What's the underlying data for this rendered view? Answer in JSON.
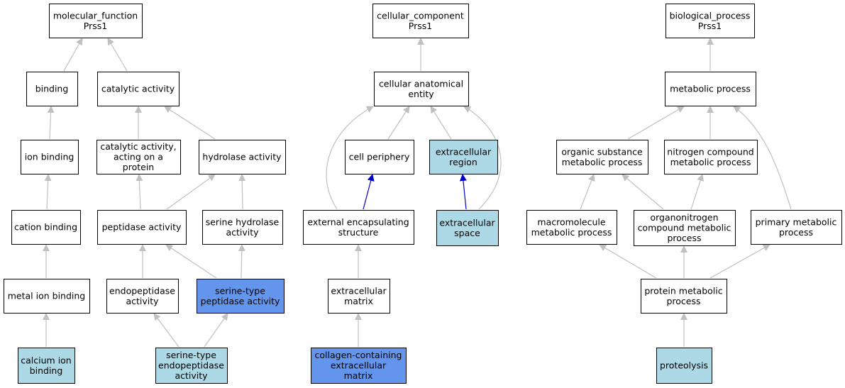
{
  "colors": {
    "default_fill": "#ffffff",
    "light_fill": "#add8e6",
    "strong_fill": "#6495ed",
    "edge_gray": "#c0c0c0",
    "edge_blue": "#0000cd"
  },
  "nodes": [
    {
      "id": "mf_root",
      "lines": [
        "molecular_function",
        "Prss1"
      ],
      "fill": "default"
    },
    {
      "id": "binding",
      "lines": [
        "binding"
      ],
      "fill": "default"
    },
    {
      "id": "catalytic",
      "lines": [
        "catalytic activity"
      ],
      "fill": "default"
    },
    {
      "id": "ion_binding",
      "lines": [
        "ion binding"
      ],
      "fill": "default"
    },
    {
      "id": "cat_protein",
      "lines": [
        "catalytic activity,",
        "acting on a",
        "protein"
      ],
      "fill": "default"
    },
    {
      "id": "hydrolase",
      "lines": [
        "hydrolase activity"
      ],
      "fill": "default"
    },
    {
      "id": "cation_binding",
      "lines": [
        "cation binding"
      ],
      "fill": "default"
    },
    {
      "id": "peptidase",
      "lines": [
        "peptidase activity"
      ],
      "fill": "default"
    },
    {
      "id": "serine_hydrolase",
      "lines": [
        "serine hydrolase",
        "activity"
      ],
      "fill": "default"
    },
    {
      "id": "metal_ion",
      "lines": [
        "metal ion binding"
      ],
      "fill": "default"
    },
    {
      "id": "endopeptidase",
      "lines": [
        "endopeptidase",
        "activity"
      ],
      "fill": "default"
    },
    {
      "id": "serine_peptidase",
      "lines": [
        "serine-type",
        "peptidase activity"
      ],
      "fill": "strong"
    },
    {
      "id": "calcium",
      "lines": [
        "calcium ion",
        "binding"
      ],
      "fill": "light"
    },
    {
      "id": "serine_endo",
      "lines": [
        "serine-type",
        "endopeptidase",
        "activity"
      ],
      "fill": "light"
    },
    {
      "id": "cc_root",
      "lines": [
        "cellular_component",
        "Prss1"
      ],
      "fill": "default"
    },
    {
      "id": "anat_entity",
      "lines": [
        "cellular anatomical",
        "entity"
      ],
      "fill": "default"
    },
    {
      "id": "periphery",
      "lines": [
        "cell periphery"
      ],
      "fill": "default"
    },
    {
      "id": "ec_region",
      "lines": [
        "extracellular",
        "region"
      ],
      "fill": "light"
    },
    {
      "id": "ext_encap",
      "lines": [
        "external encapsulating",
        "structure"
      ],
      "fill": "default"
    },
    {
      "id": "ec_space",
      "lines": [
        "extracellular",
        "space"
      ],
      "fill": "light"
    },
    {
      "id": "ec_matrix",
      "lines": [
        "extracellular",
        "matrix"
      ],
      "fill": "default"
    },
    {
      "id": "collagen",
      "lines": [
        "collagen-containing",
        "extracellular",
        "matrix"
      ],
      "fill": "strong"
    },
    {
      "id": "bp_root",
      "lines": [
        "biological_process",
        "Prss1"
      ],
      "fill": "default"
    },
    {
      "id": "metabolic",
      "lines": [
        "metabolic process"
      ],
      "fill": "default"
    },
    {
      "id": "organic_sub",
      "lines": [
        "organic substance",
        "metabolic process"
      ],
      "fill": "default"
    },
    {
      "id": "nitrogen",
      "lines": [
        "nitrogen compound",
        "metabolic process"
      ],
      "fill": "default"
    },
    {
      "id": "macromolecule",
      "lines": [
        "macromolecule",
        "metabolic process"
      ],
      "fill": "default"
    },
    {
      "id": "organonitrogen",
      "lines": [
        "organonitrogen",
        "compound metabolic",
        "process"
      ],
      "fill": "default"
    },
    {
      "id": "primary",
      "lines": [
        "primary metabolic",
        "process"
      ],
      "fill": "default"
    },
    {
      "id": "protein_met",
      "lines": [
        "protein metabolic",
        "process"
      ],
      "fill": "default"
    },
    {
      "id": "proteolysis",
      "lines": [
        "proteolysis"
      ],
      "fill": "light"
    }
  ],
  "edges": [
    {
      "from": "binding",
      "to": "mf_root",
      "color": "gray"
    },
    {
      "from": "catalytic",
      "to": "mf_root",
      "color": "gray"
    },
    {
      "from": "ion_binding",
      "to": "binding",
      "color": "gray"
    },
    {
      "from": "cat_protein",
      "to": "catalytic",
      "color": "gray"
    },
    {
      "from": "hydrolase",
      "to": "catalytic",
      "color": "gray"
    },
    {
      "from": "cation_binding",
      "to": "ion_binding",
      "color": "gray"
    },
    {
      "from": "peptidase",
      "to": "cat_protein",
      "color": "gray"
    },
    {
      "from": "peptidase",
      "to": "hydrolase",
      "color": "gray"
    },
    {
      "from": "serine_hydrolase",
      "to": "hydrolase",
      "color": "gray"
    },
    {
      "from": "metal_ion",
      "to": "cation_binding",
      "color": "gray"
    },
    {
      "from": "endopeptidase",
      "to": "peptidase",
      "color": "gray"
    },
    {
      "from": "serine_peptidase",
      "to": "peptidase",
      "color": "gray"
    },
    {
      "from": "serine_peptidase",
      "to": "serine_hydrolase",
      "color": "gray"
    },
    {
      "from": "calcium",
      "to": "metal_ion",
      "color": "gray"
    },
    {
      "from": "serine_endo",
      "to": "endopeptidase",
      "color": "gray"
    },
    {
      "from": "serine_endo",
      "to": "serine_peptidase",
      "color": "gray"
    },
    {
      "from": "anat_entity",
      "to": "cc_root",
      "color": "gray"
    },
    {
      "from": "periphery",
      "to": "anat_entity",
      "color": "gray"
    },
    {
      "from": "ec_region",
      "to": "anat_entity",
      "color": "gray"
    },
    {
      "from": "ext_encap",
      "to": "anat_entity",
      "color": "gray"
    },
    {
      "from": "ext_encap",
      "to": "periphery",
      "color": "blue"
    },
    {
      "from": "ec_space",
      "to": "ec_region",
      "color": "blue"
    },
    {
      "from": "ec_space",
      "to": "anat_entity",
      "color": "gray"
    },
    {
      "from": "ec_matrix",
      "to": "ext_encap",
      "color": "gray"
    },
    {
      "from": "collagen",
      "to": "ec_matrix",
      "color": "gray"
    },
    {
      "from": "metabolic",
      "to": "bp_root",
      "color": "gray"
    },
    {
      "from": "organic_sub",
      "to": "metabolic",
      "color": "gray"
    },
    {
      "from": "nitrogen",
      "to": "metabolic",
      "color": "gray"
    },
    {
      "from": "primary",
      "to": "metabolic",
      "color": "gray"
    },
    {
      "from": "macromolecule",
      "to": "organic_sub",
      "color": "gray"
    },
    {
      "from": "organonitrogen",
      "to": "organic_sub",
      "color": "gray"
    },
    {
      "from": "organonitrogen",
      "to": "nitrogen",
      "color": "gray"
    },
    {
      "from": "protein_met",
      "to": "macromolecule",
      "color": "gray"
    },
    {
      "from": "protein_met",
      "to": "organonitrogen",
      "color": "gray"
    },
    {
      "from": "protein_met",
      "to": "primary",
      "color": "gray"
    },
    {
      "from": "proteolysis",
      "to": "protein_met",
      "color": "gray"
    }
  ]
}
